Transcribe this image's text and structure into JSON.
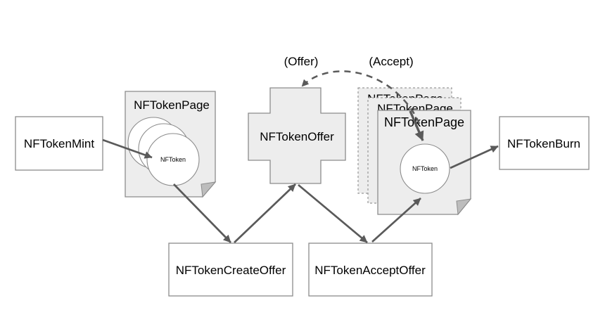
{
  "nodes": {
    "mint": {
      "label": "NFTokenMint"
    },
    "page_left": {
      "title": "NFTokenPage",
      "token": "NFToken"
    },
    "offer": {
      "label": "NFTokenOffer"
    },
    "create_offer": {
      "label": "NFTokenCreateOffer"
    },
    "accept_offer": {
      "label": "NFTokenAcceptOffer"
    },
    "page_right": {
      "title": "NFTokenPage",
      "token": "NFToken",
      "back_titles": [
        "NFTokenPage",
        "NFTokenPage"
      ]
    },
    "burn": {
      "label": "NFTokenBurn"
    }
  },
  "annotations": {
    "offer": "(Offer)",
    "accept": "(Accept)"
  },
  "edges": [
    {
      "from": "NFTokenMint",
      "to": "NFToken in NFTokenPage",
      "style": "solid"
    },
    {
      "from": "NFToken in NFTokenPage",
      "to": "NFTokenCreateOffer",
      "style": "solid"
    },
    {
      "from": "NFTokenCreateOffer",
      "to": "NFTokenOffer",
      "style": "solid"
    },
    {
      "from": "NFTokenOffer",
      "to": "NFTokenAcceptOffer",
      "style": "solid"
    },
    {
      "from": "NFTokenAcceptOffer",
      "to": "NFToken in new NFTokenPage",
      "style": "solid"
    },
    {
      "from": "NFToken in new NFTokenPage",
      "to": "NFTokenBurn",
      "style": "solid"
    },
    {
      "from": "new NFTokenPage",
      "to": "NFTokenOffer",
      "style": "dashed",
      "labels": [
        "(Offer)",
        "(Accept)"
      ]
    }
  ],
  "colors": {
    "background": "#ffffff",
    "shape_fill": "#ededed",
    "shape_stroke": "#8c8c8c",
    "dashed_stroke": "#979797",
    "arrow": "#5a5a5a",
    "fold": "#bdbdbd",
    "text": "#000000"
  }
}
